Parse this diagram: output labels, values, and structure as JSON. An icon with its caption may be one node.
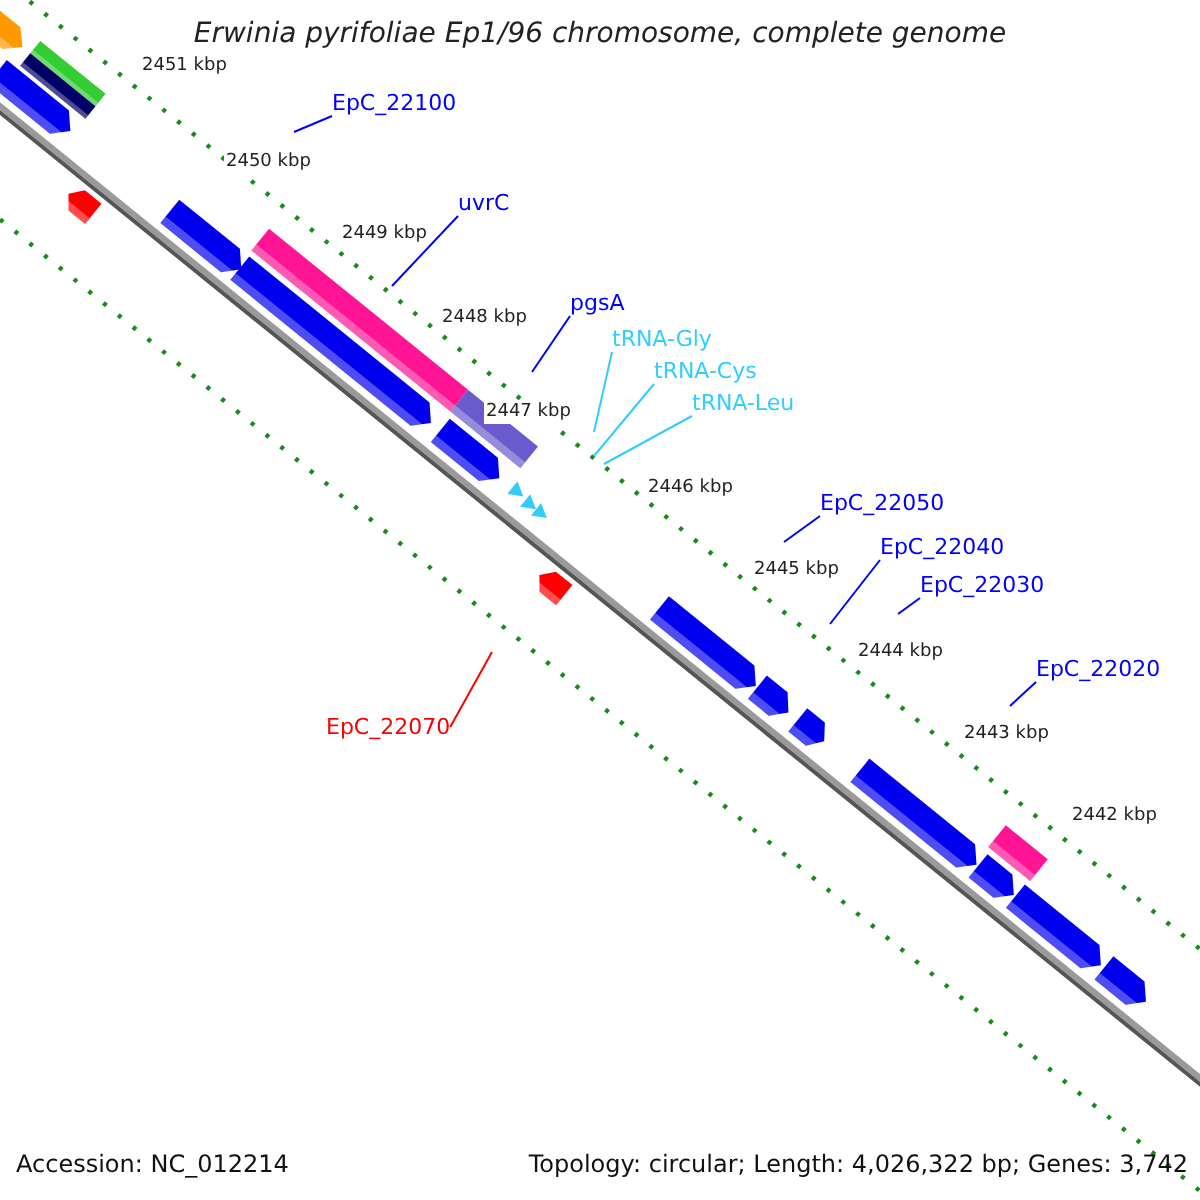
{
  "diagram": {
    "title": "Erwinia pyrifoliae Ep1/96 chromosome, complete genome",
    "nodes": [
      {
        "text": [
          "EpC_22100"
        ]
      },
      {
        "text": [
          "uvrC"
        ]
      },
      {
        "text": [
          "pgsA"
        ]
      },
      {
        "text": [
          "tRNA-Gly"
        ]
      },
      {
        "text": [
          "tRNA-Cys"
        ]
      },
      {
        "text": [
          "tRNA-Leu"
        ]
      },
      {
        "text": [
          "EpC_22050"
        ]
      },
      {
        "text": [
          "EpC_22040"
        ]
      },
      {
        "text": [
          "EpC_22030"
        ]
      },
      {
        "text": [
          "EpC_22020"
        ]
      },
      {
        "text": [
          "EpC_22070"
        ]
      }
    ],
    "edges": [
      {
        "from": 0,
        "to": null,
        "arrow": "none"
      },
      {
        "from": 1,
        "to": null,
        "arrow": "none"
      },
      {
        "from": 2,
        "to": null,
        "arrow": "none"
      },
      {
        "from": 3,
        "to": null,
        "arrow": "none",
        "color": "#33ccff"
      },
      {
        "from": 4,
        "to": null,
        "arrow": "none",
        "color": "#33ccff"
      },
      {
        "from": 5,
        "to": null,
        "arrow": "none",
        "color": "#33ccff"
      },
      {
        "from": 6,
        "to": null,
        "arrow": "none"
      },
      {
        "from": 7,
        "to": null,
        "arrow": "none"
      },
      {
        "from": 8,
        "to": null,
        "arrow": "none"
      },
      {
        "from": 9,
        "to": null,
        "arrow": "none"
      },
      {
        "from": 10,
        "to": null,
        "arrow": "none",
        "color": "#ff0000"
      }
    ],
    "labels": [
      "2451 kbp",
      "2450 kbp",
      "2449 kbp",
      "2448 kbp",
      "2447 kbp",
      "2446 kbp",
      "2445 kbp",
      "2444 kbp",
      "2443 kbp",
      "2442 kbp",
      "Accession: NC_012214",
      "Topology: circular; Length: 4,026,322 bp; Genes: 3,742"
    ]
  }
}
